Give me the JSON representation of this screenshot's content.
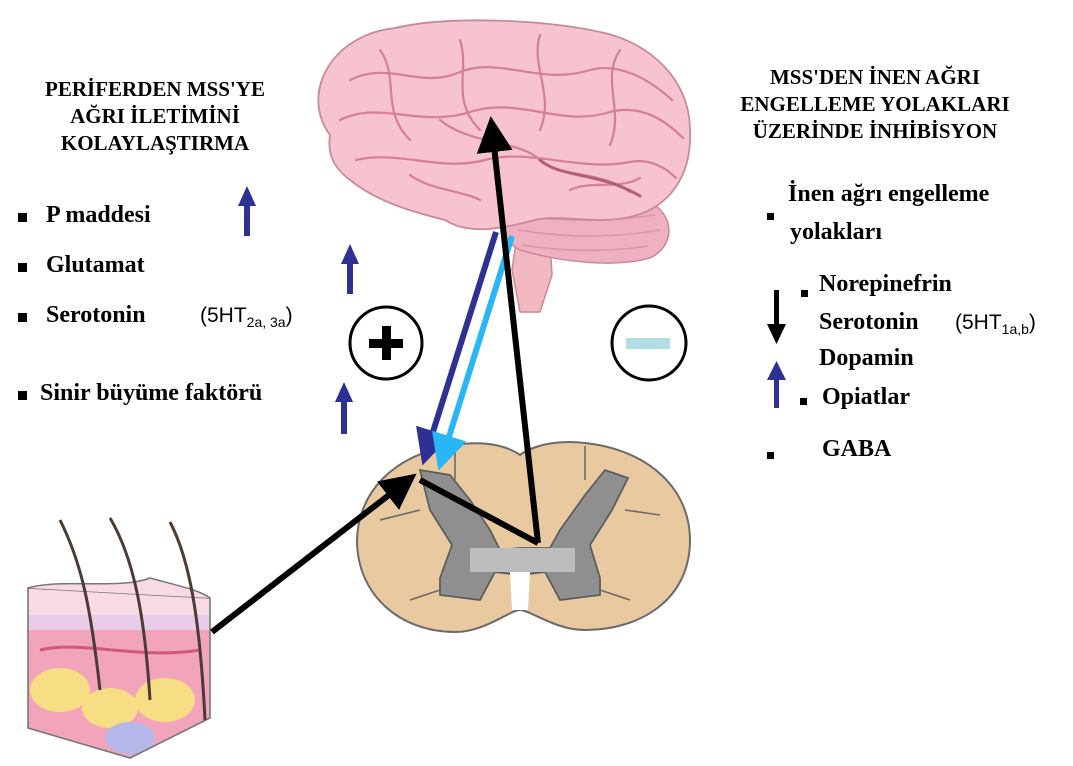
{
  "left_panel": {
    "heading_lines": [
      "PERİFERDEN MSS'YE",
      "AĞRI İLETİMİNİ",
      "KOLAYLAŞTIRMA"
    ],
    "items": [
      "P maddesi",
      "Glutamat",
      "Serotonin",
      "Sinir büyüme faktörü"
    ],
    "receptor": {
      "prefix": "(5HT",
      "subscript": "2a, 3a",
      "suffix": ")"
    },
    "sign_symbol": "+"
  },
  "right_panel": {
    "heading_lines": [
      "MSS'DEN İNEN AĞRI",
      "ENGELLEME YOLAKLARI",
      "ÜZERİNDE İNHİBİSYON"
    ],
    "item_pathway_lines": [
      "İnen ağrı engelleme",
      "yolakları"
    ],
    "items_group": [
      "Norepinefrin",
      "Serotonin",
      "Dopamin"
    ],
    "receptor": {
      "prefix": "(5HT",
      "subscript": "1a,b",
      "suffix": ")"
    },
    "item_opiates": "Opiatlar",
    "item_gaba": "GABA",
    "sign_symbol": "−"
  },
  "colors": {
    "up_arrow": "#2e3192",
    "descending_dark": "#2e3192",
    "descending_light": "#29b6f6",
    "ascending": "#000000",
    "brain": "#f4b6c6",
    "cord_white": "#e8c9a0",
    "cord_gray": "#8f8f8f",
    "minus_bar": "#b3dde6"
  },
  "icons": [
    "brain-illustration",
    "spinal-cord-cross-section",
    "skin-cross-section",
    "plus-sign-icon",
    "minus-sign-icon",
    "up-arrow-icon",
    "down-arrow-icon"
  ]
}
